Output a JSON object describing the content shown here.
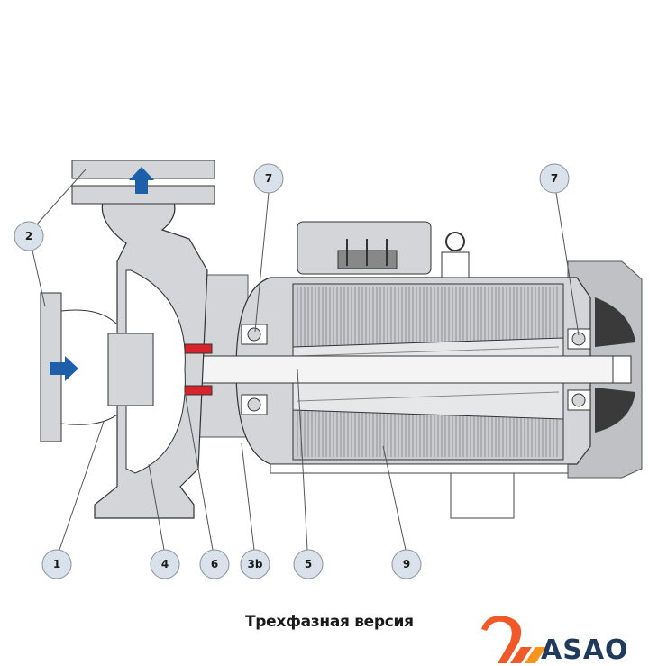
{
  "caption": "Трехфазная версия",
  "logo": {
    "text": "ASAO",
    "colors": {
      "orange": "#f05a28",
      "orange_light": "#f7941d",
      "navy": "#1f3a5c"
    }
  },
  "callouts": [
    {
      "id": "c2",
      "label": "2"
    },
    {
      "id": "c7a",
      "label": "7"
    },
    {
      "id": "c7b",
      "label": "7"
    },
    {
      "id": "c1",
      "label": "1"
    },
    {
      "id": "c4",
      "label": "4"
    },
    {
      "id": "c6",
      "label": "6"
    },
    {
      "id": "c3b",
      "label": "3b"
    },
    {
      "id": "c5",
      "label": "5"
    },
    {
      "id": "c9",
      "label": "9"
    }
  ],
  "colors": {
    "flow_arrow": "#1d5fa8",
    "seal": "#d9232a",
    "callout_fill": "#d9e2ea",
    "body_gray": "#d3d5d8",
    "fan_gray": "#bfc1c4"
  }
}
